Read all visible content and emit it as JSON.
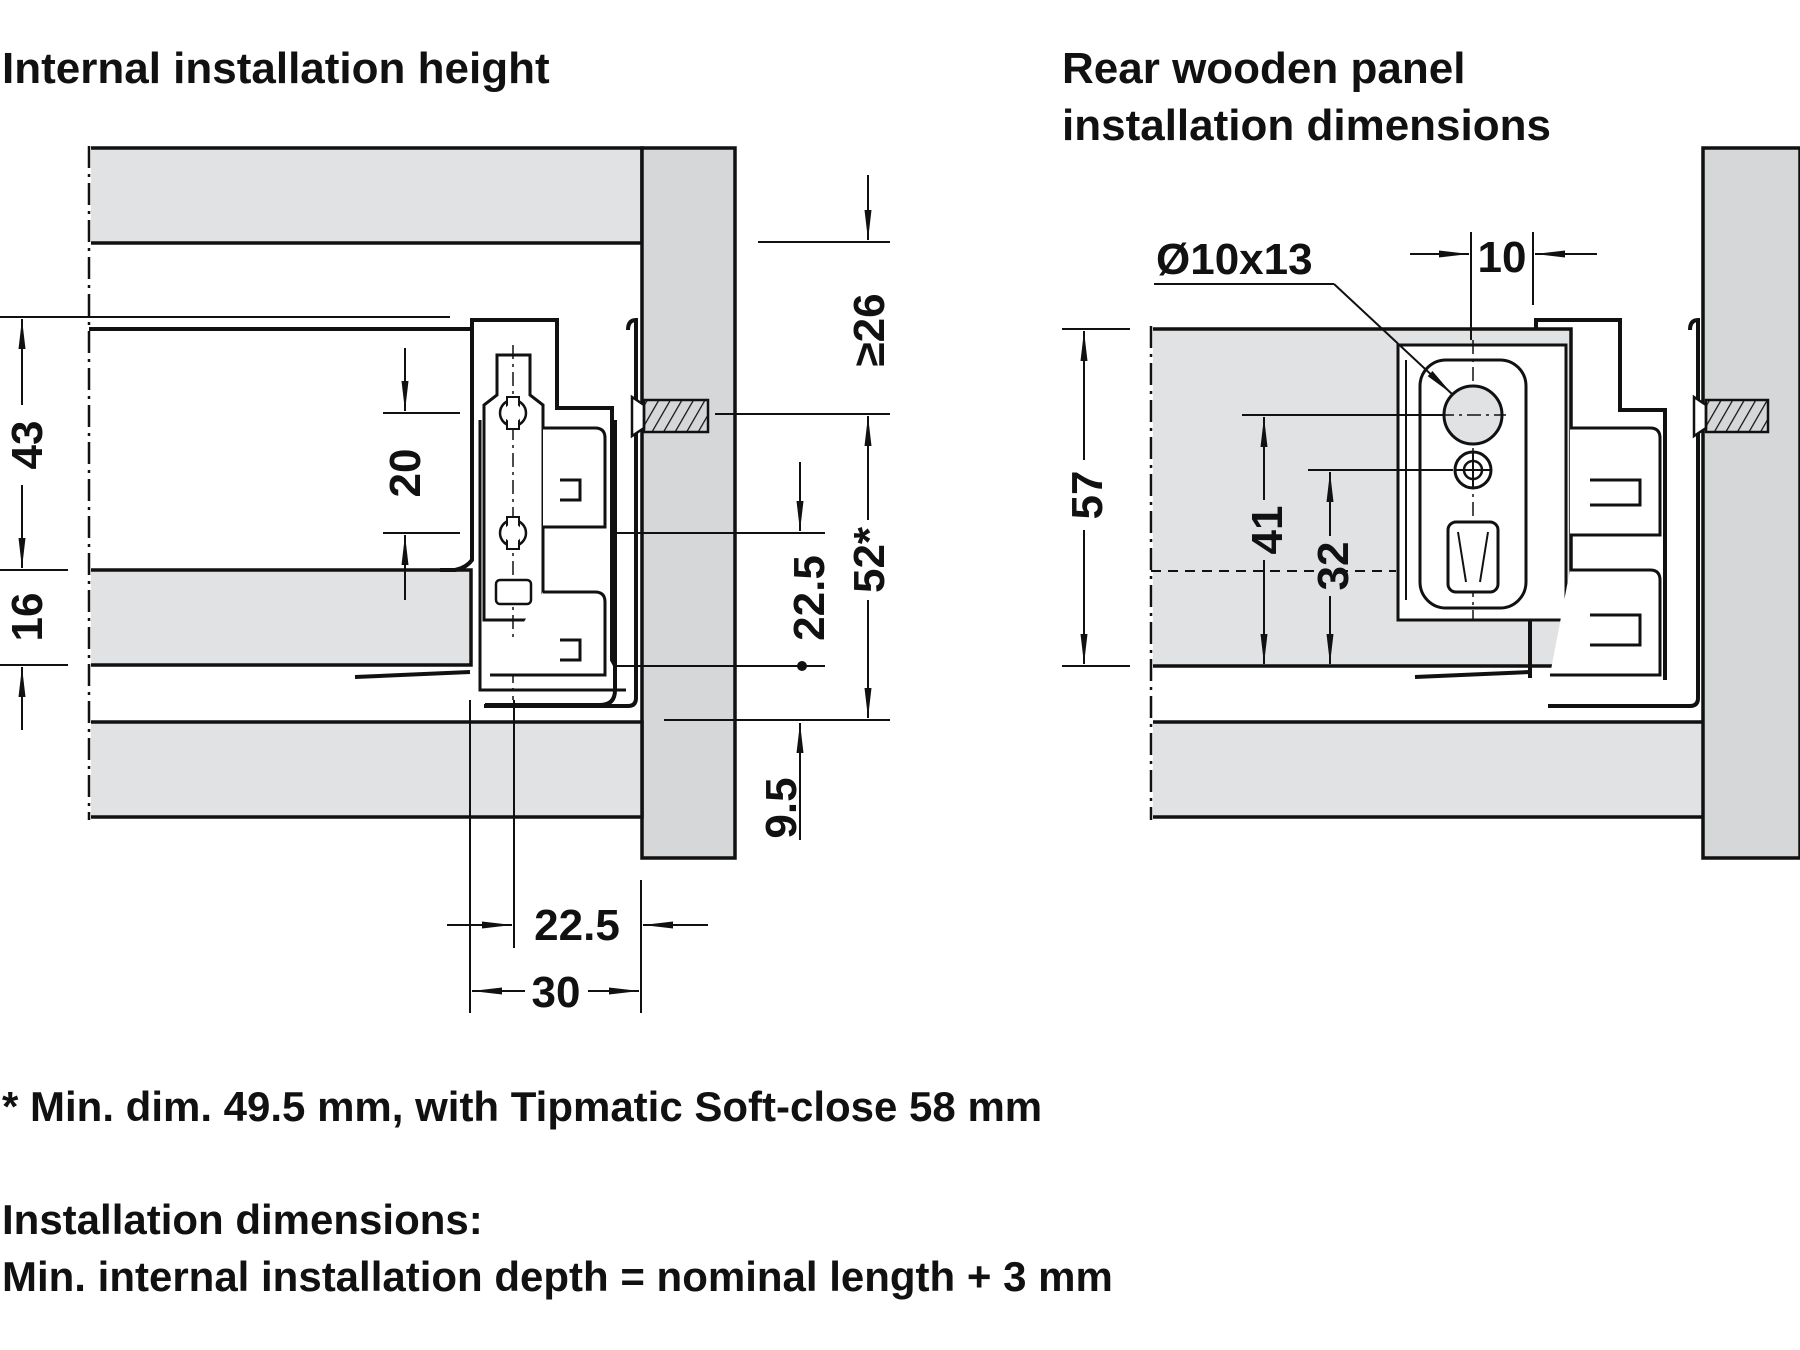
{
  "left_diagram": {
    "title": "Internal installation height",
    "dimensions": {
      "d43": "43",
      "d16": "16",
      "d20": "20",
      "d26": "≥26",
      "d52": "52*",
      "d22_5_vertical": "22.5",
      "d9_5": "9.5",
      "d22_5_horizontal": "22.5",
      "d30": "30"
    }
  },
  "right_diagram": {
    "title_line1": "Rear wooden panel",
    "title_line2": "installation dimensions",
    "dimensions": {
      "hole": "Ø10x13",
      "d10": "10",
      "d57": "57",
      "d41": "41",
      "d32": "32"
    }
  },
  "notes": {
    "footnote": "* Min. dim. 49.5 mm, with Tipmatic Soft-close 58 mm",
    "heading": "Installation dimensions:",
    "depth": "Min. internal installation depth = nominal length + 3 mm"
  },
  "colors": {
    "wood_light": "#e1e2e4",
    "wood_side": "#d6d7d9",
    "line": "#111111"
  }
}
